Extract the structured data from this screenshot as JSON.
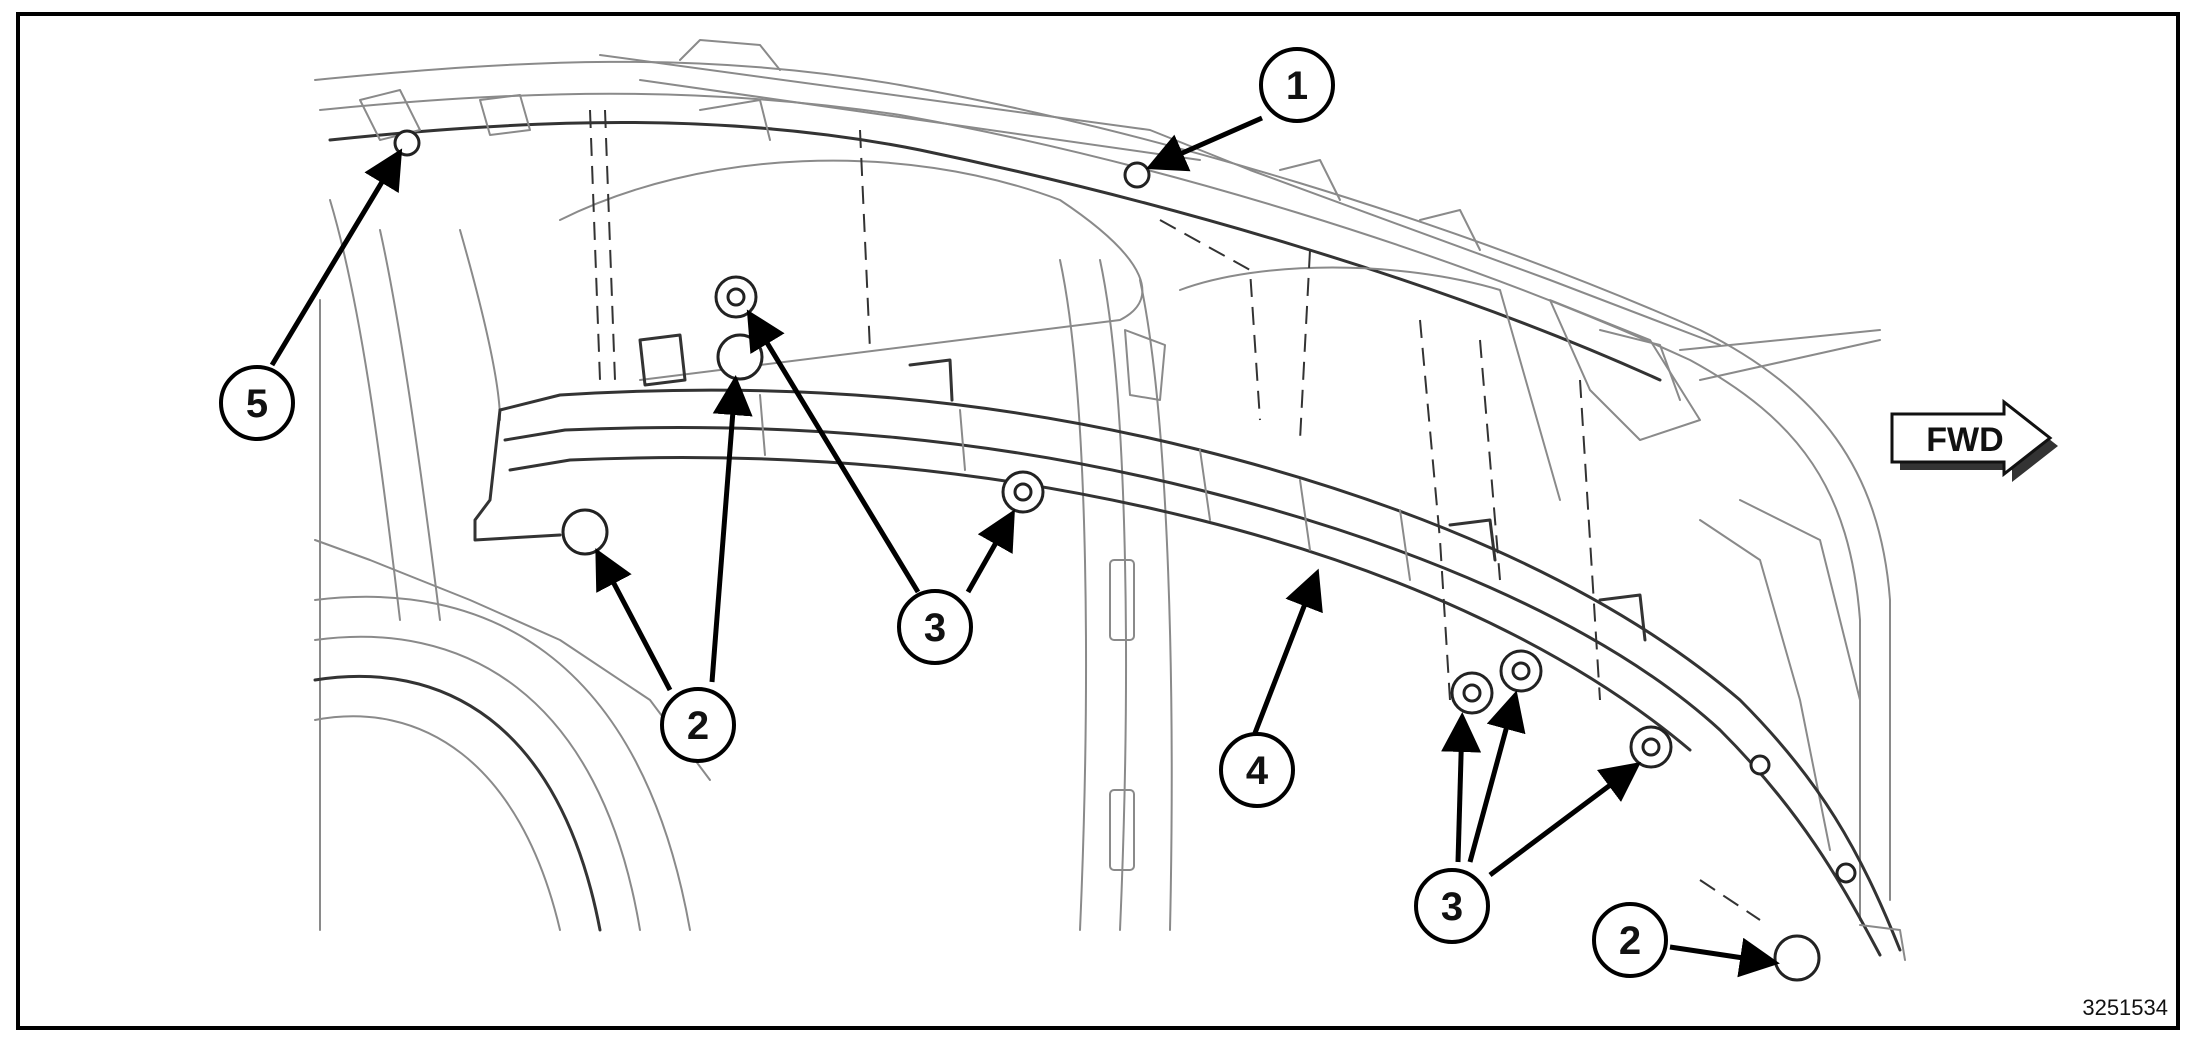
{
  "figure_id": "3251534",
  "direction_label": "FWD",
  "callouts": [
    {
      "id": "c1",
      "number": "1"
    },
    {
      "id": "c2a",
      "number": "2"
    },
    {
      "id": "c2b",
      "number": "2"
    },
    {
      "id": "c3a",
      "number": "3"
    },
    {
      "id": "c3b",
      "number": "3"
    },
    {
      "id": "c4",
      "number": "4"
    },
    {
      "id": "c5",
      "number": "5"
    }
  ]
}
